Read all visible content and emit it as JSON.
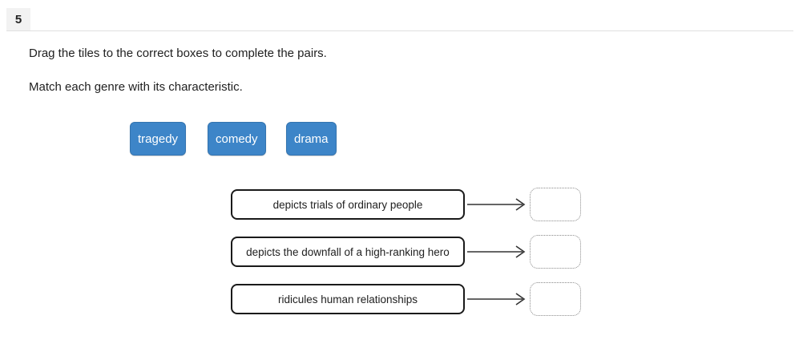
{
  "question": {
    "number": "5",
    "instruction": "Drag the tiles to the correct boxes to complete the pairs.",
    "prompt": "Match each genre with its characteristic."
  },
  "tiles": [
    {
      "label": "tragedy"
    },
    {
      "label": "comedy"
    },
    {
      "label": "drama"
    }
  ],
  "pairs": [
    {
      "characteristic": "depicts trials of ordinary people"
    },
    {
      "characteristic": "depicts the downfall of a high-ranking hero"
    },
    {
      "characteristic": "ridicules human relationships"
    }
  ],
  "icons": {
    "arrow": "right-arrow-icon"
  },
  "colors": {
    "tile_bg": "#3d85c8",
    "tile_border": "#3474af",
    "tile_text": "#ffffff",
    "char_box_border": "#1a1a1a",
    "dropzone_border": "#8a8a8a",
    "arrow_stroke": "#333333",
    "badge_bg": "#f2f2f2",
    "divider": "#e0e0e0",
    "text": "#212121"
  }
}
